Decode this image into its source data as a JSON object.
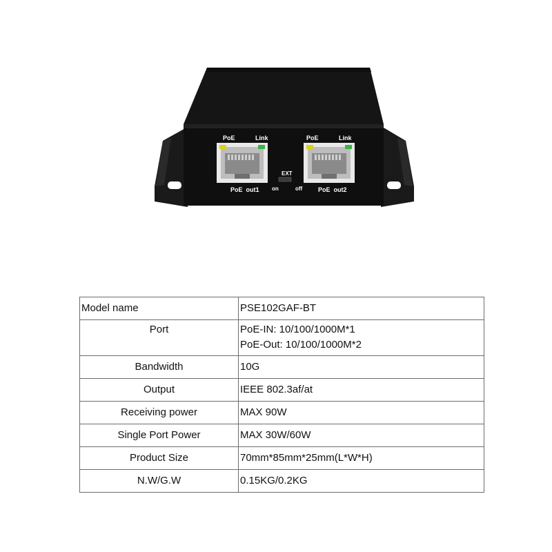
{
  "device": {
    "port1": {
      "poe_led_label": "PoE",
      "link_led_label": "Link",
      "name": "PoE  out1"
    },
    "port2": {
      "poe_led_label": "PoE",
      "link_led_label": "Link",
      "name": "PoE  out2"
    },
    "switch": {
      "title": "EXT",
      "on_label": "on",
      "off_label": "off"
    },
    "colors": {
      "body": "#141414",
      "poe_led": "#d9d21a",
      "link_led": "#3bb34a"
    }
  },
  "specs": {
    "rows": [
      {
        "label": "Model name",
        "values": [
          "PSE102GAF-BT"
        ]
      },
      {
        "label": "Port",
        "values": [
          "PoE-IN: 10/100/1000M*1",
          "PoE-Out: 10/100/1000M*2"
        ]
      },
      {
        "label": "Bandwidth",
        "values": [
          "10G"
        ]
      },
      {
        "label": "Output",
        "values": [
          "IEEE 802.3af/at"
        ]
      },
      {
        "label": "Receiving power",
        "values": [
          "MAX 90W"
        ]
      },
      {
        "label": "Single Port Power",
        "values": [
          "MAX 30W/60W"
        ]
      },
      {
        "label": "Product Size",
        "values": [
          "70mm*85mm*25mm(L*W*H)"
        ]
      },
      {
        "label": "N.W/G.W",
        "values": [
          "0.15KG/0.2KG"
        ]
      }
    ]
  }
}
